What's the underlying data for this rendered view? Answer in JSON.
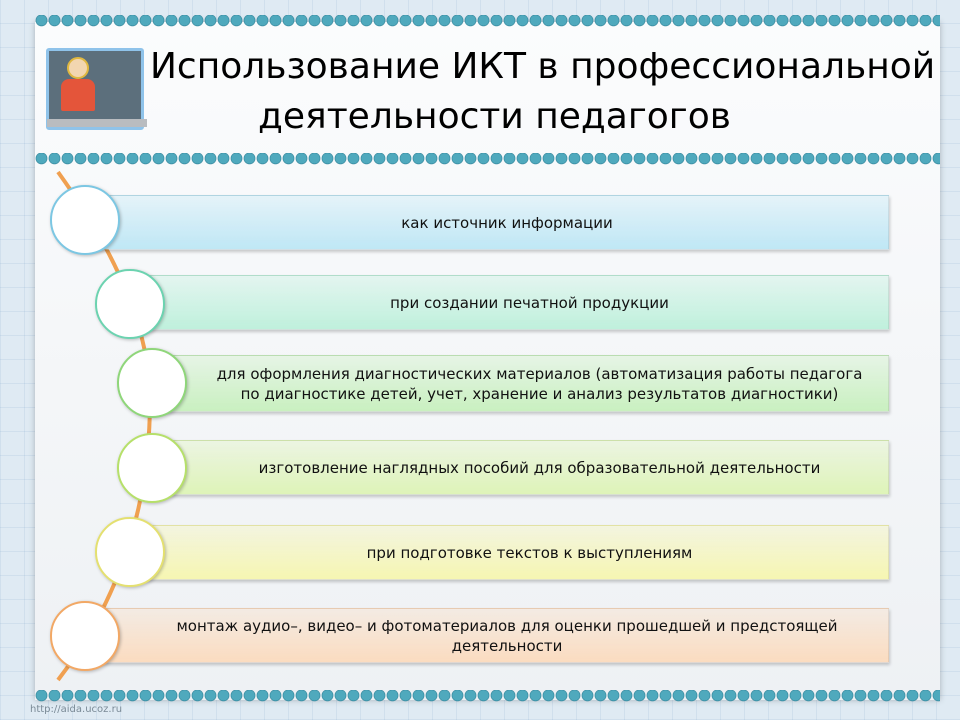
{
  "title": {
    "line1": "Использование ИКТ в профессиональной",
    "line2": "деятельности педагогов"
  },
  "items": [
    {
      "text": "как источник информации",
      "color": "#bfe7f5",
      "border": "#7cc7e3"
    },
    {
      "text": "при создании печатной продукции",
      "color": "#bff0dc",
      "border": "#6cd3b0"
    },
    {
      "text": "для оформления диагностических материалов (автоматизация работы педагога по диагностике детей, учет, хранение и анализ результатов диагностики)",
      "color": "#c9f0c0",
      "border": "#8fd67a"
    },
    {
      "text": "изготовление наглядных пособий для образовательной деятельности",
      "color": "#def4b8",
      "border": "#b6e06a"
    },
    {
      "text": "при подготовке текстов к выступлениям",
      "color": "#f6f6b2",
      "border": "#e4e070"
    },
    {
      "text": "монтаж аудио–, видео– и фотоматериалов для оценки прошедшей и предстоящей деятельности",
      "color": "#fbdcc0",
      "border": "#f2a865"
    }
  ],
  "watermark": "http://aida.ucoz.ru"
}
